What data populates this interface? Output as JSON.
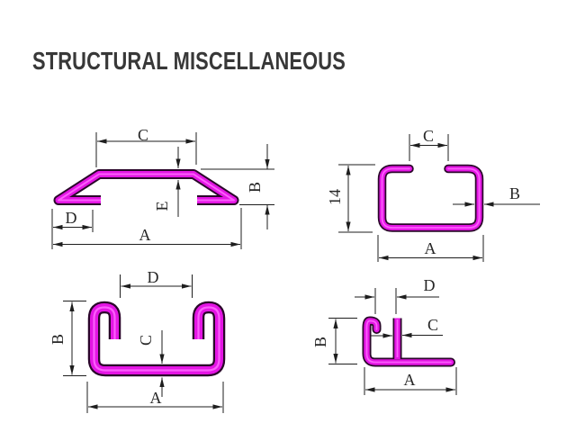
{
  "title": "STRUCTURAL MISCELLANEOUS",
  "colors": {
    "background": "#ffffff",
    "title_text": "#383838",
    "dimension_lines": "#1e1e1e",
    "dimension_text": "#262626",
    "profile_fill": "#e415e4",
    "profile_highlight": "#ff6bff",
    "profile_outline": "#2a062a"
  },
  "drawings": [
    {
      "id": "hat-channel",
      "labels": {
        "top_width": "C",
        "material_thickness": "E",
        "height": "B",
        "flange_width": "D",
        "overall_width": "A"
      }
    },
    {
      "id": "lipped-box-channel",
      "labels": {
        "opening_width": "C",
        "height": "14",
        "wall_thickness": "B",
        "overall_width": "A"
      }
    },
    {
      "id": "strut-channel",
      "labels": {
        "opening_width": "D",
        "height": "B",
        "base_thickness": "C",
        "overall_width": "A"
      }
    },
    {
      "id": "j-trim-profile",
      "labels": {
        "opening_width": "D",
        "height": "B",
        "stem_thickness": "C",
        "overall_width": "A"
      }
    }
  ]
}
